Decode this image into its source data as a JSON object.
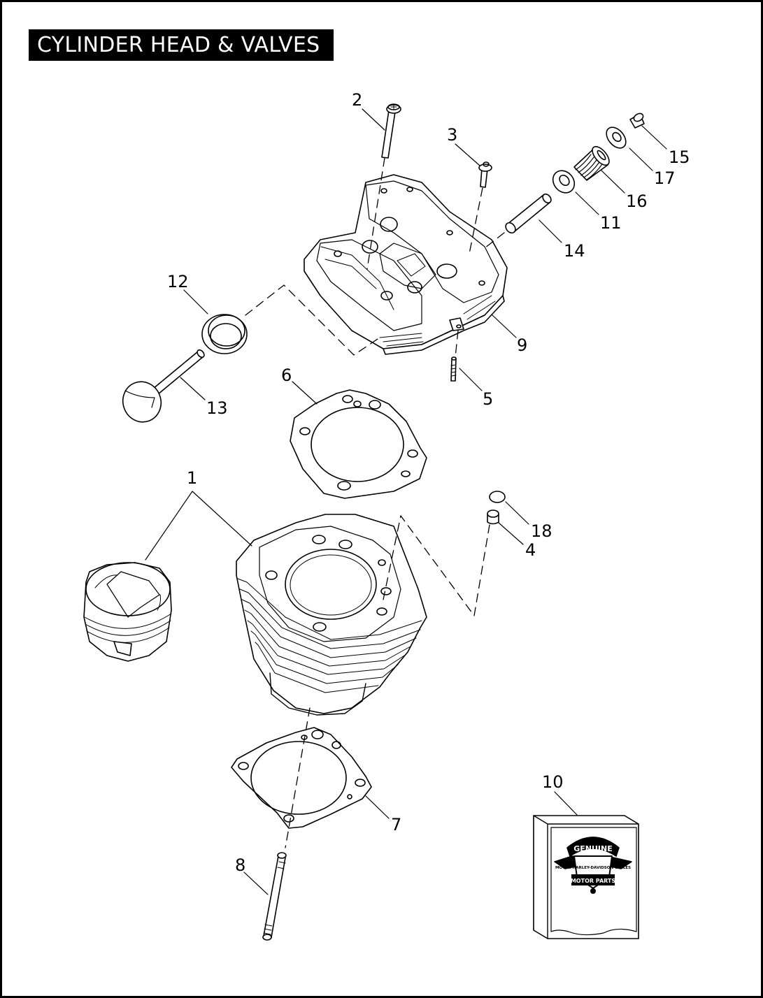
{
  "title": "CYLINDER HEAD & VALVES",
  "callouts": [
    {
      "id": "c1",
      "text": "1"
    },
    {
      "id": "c2",
      "text": "2"
    },
    {
      "id": "c3",
      "text": "3"
    },
    {
      "id": "c4",
      "text": "4"
    },
    {
      "id": "c5",
      "text": "5"
    },
    {
      "id": "c6",
      "text": "6"
    },
    {
      "id": "c7",
      "text": "7"
    },
    {
      "id": "c8",
      "text": "8"
    },
    {
      "id": "c9",
      "text": "9"
    },
    {
      "id": "c10",
      "text": "10"
    },
    {
      "id": "c11",
      "text": "11"
    },
    {
      "id": "c12",
      "text": "12"
    },
    {
      "id": "c13",
      "text": "13"
    },
    {
      "id": "c14",
      "text": "14"
    },
    {
      "id": "c15",
      "text": "15"
    },
    {
      "id": "c16",
      "text": "16"
    },
    {
      "id": "c17",
      "text": "17"
    },
    {
      "id": "c18",
      "text": "18"
    }
  ],
  "logo": {
    "top": "GENUINE",
    "badge": "MOTOR HARLEY-DAVIDSON CYCLES",
    "bottom": "MOTOR PARTS"
  },
  "colors": {
    "ink": "#000000",
    "paper": "#ffffff"
  }
}
